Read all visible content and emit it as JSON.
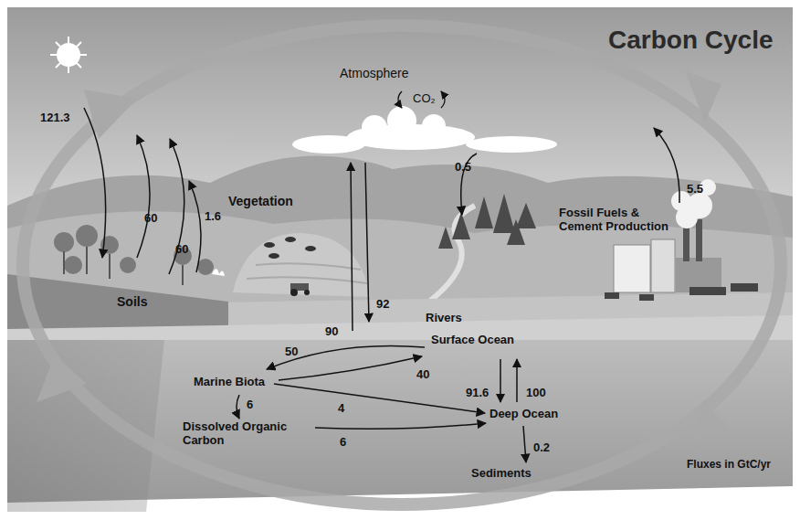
{
  "diagram": {
    "title": "Carbon Cycle",
    "labels": [
      "Atmosphere",
      "CO₂",
      "121.3",
      "60",
      "60",
      "1.6",
      "Vegetation",
      "Soils",
      "90",
      "92",
      "0.5",
      "5.5",
      "Fossil Fuels & Cement Production",
      "Rivers",
      "50",
      "Surface Ocean",
      "40",
      "Marine Biota",
      "91.6",
      "100",
      "6",
      "4",
      "Deep Ocean",
      "Dissolved Organic Carbon",
      "6",
      "0.2",
      "Sediments",
      "Fluxes in GtC/yr"
    ]
  }
}
